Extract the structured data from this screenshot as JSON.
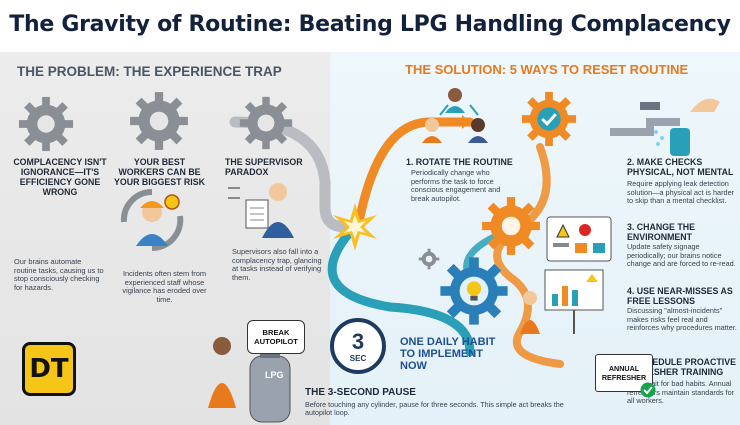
{
  "title": "The Gravity of Routine: Beating LPG Handling Complacency",
  "problem": {
    "heading_a": "THE PROBLEM:",
    "heading_b": "THE EXPERIENCE TRAP",
    "columns": [
      {
        "title": "COMPLACENCY ISN'T IGNORANCE—IT'S EFFICIENCY GONE WRONG",
        "body": "Our brains automate routine tasks, causing us to stop consciously checking for hazards."
      },
      {
        "title": "YOUR BEST WORKERS CAN BE YOUR BIGGEST RISK",
        "body": "Incidents often stem from experienced staff whose vigilance has eroded over time."
      },
      {
        "title": "THE SUPERVISOR PARADOX",
        "body": "Supervisors also fall into a complacency trap, glancing at tasks instead of verifying them."
      }
    ]
  },
  "solution": {
    "heading": "THE SOLUTION: 5 WAYS TO RESET ROUTINE",
    "steps": [
      {
        "title": "1. ROTATE THE ROUTINE",
        "body": "Periodically change who performs the task to force conscious engagement and break autopilot."
      },
      {
        "title": "2. MAKE CHECKS PHYSICAL, NOT MENTAL",
        "body": "Require applying leak detection solution—a physical act is harder to skip than a mental checklist."
      },
      {
        "title": "3. CHANGE THE ENVIRONMENT",
        "body": "Update safety signage periodically; our brains notice change and are forced to re-read."
      },
      {
        "title": "4. USE NEAR-MISSES AS FREE LESSONS",
        "body": "Discussing \"almost-incidents\" makes risks feel real and reinforces why procedures matter."
      },
      {
        "title": "5. SCHEDULE PROACTIVE REFRESHER TRAINING",
        "body": "Don't wait for bad habits. Annual refreshers maintain standards for all workers."
      }
    ]
  },
  "bottom": {
    "logo": "DT",
    "bubble": "BREAK AUTOPILOT",
    "timer_num": "3",
    "timer_unit": "SEC",
    "lpg": "LPG",
    "habit": "ONE DAILY HABIT TO IMPLEMENT NOW",
    "pause_title": "THE 3-SECOND PAUSE",
    "pause_body": "Before touching any cylinder, pause for three seconds. This simple act breaks the autopilot loop.",
    "annual_card": "ANNUAL REFRESHER"
  },
  "colors": {
    "navy": "#14213d",
    "orange": "#e8791d",
    "blue": "#1e4f91",
    "teal": "#2a9fb8",
    "gray_gear": "#8a8f96"
  }
}
